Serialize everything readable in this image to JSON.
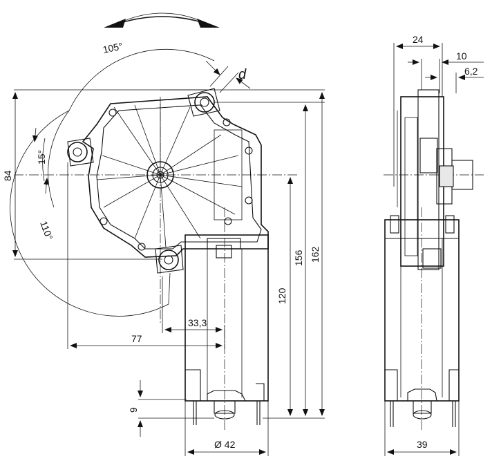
{
  "dimensions": {
    "angle_105": "105°",
    "angle_15": "15°",
    "angle_110": "110°",
    "d_label": "d",
    "d84": "84",
    "d77": "77",
    "d33_3": "33,3",
    "d120": "120",
    "d156": "156",
    "d162": "162",
    "d9": "9",
    "d42": "Ø 42",
    "d24": "24",
    "d10": "10",
    "d6_2": "6,2",
    "d39": "39"
  }
}
